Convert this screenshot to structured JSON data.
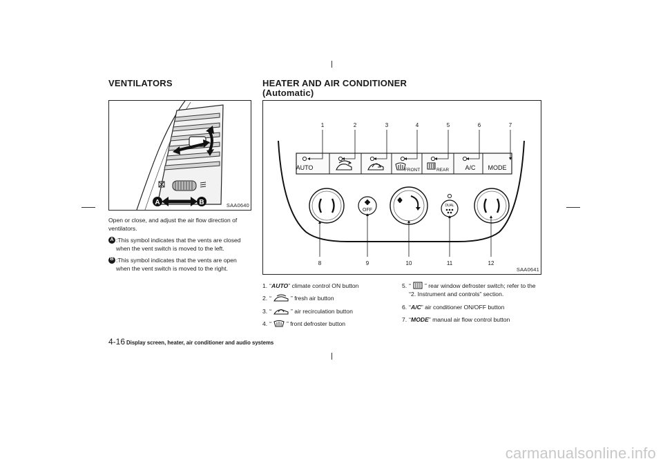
{
  "left": {
    "heading": "VENTILATORS",
    "figure_code": "SAA0640",
    "figure_marks": {
      "a": "A",
      "b": "B"
    },
    "intro": "Open or close, and adjust the air flow direction of ventilators.",
    "defs": [
      {
        "mark": "A",
        "text": ":This symbol indicates that the vents are closed when the vent switch is moved to the left."
      },
      {
        "mark": "B",
        "text": ":This symbol indicates that the vents are open when the vent switch is moved to the right."
      }
    ]
  },
  "right": {
    "heading_line1": "HEATER AND AIR CONDITIONER",
    "heading_line2": "(Automatic)",
    "figure_code": "SAA0641",
    "callouts_top": [
      "1",
      "2",
      "3",
      "4",
      "5",
      "6",
      "7"
    ],
    "callouts_bottom": [
      "8",
      "9",
      "10",
      "11",
      "12"
    ],
    "panel_buttons": {
      "auto": "AUTO",
      "front": "FRONT",
      "rear": "REAR",
      "ac": "A/C",
      "mode": "MODE",
      "off": "OFF",
      "dual": "DUAL"
    },
    "list": [
      {
        "num": "1.",
        "open": "“",
        "bold": "AUTO",
        "close": "” climate control ON button"
      },
      {
        "num": "2.",
        "open": "“",
        "icon": "fresh-air-icon",
        "close": "” fresh air button"
      },
      {
        "num": "3.",
        "open": "“",
        "icon": "recirculation-icon",
        "close": "” air recirculation button"
      },
      {
        "num": "4.",
        "open": "“",
        "icon": "front-defroster-icon",
        "close": "” front defroster button"
      },
      {
        "num": "5.",
        "open": "“",
        "icon": "rear-defroster-icon",
        "close": "” rear window defroster switch; refer to the “2. Instrument and controls” section."
      },
      {
        "num": "6.",
        "open": "“",
        "bold": "A/C",
        "close": "” air conditioner ON/OFF button"
      },
      {
        "num": "7.",
        "open": "“",
        "bold": "MODE",
        "close": "” manual air flow control button"
      }
    ]
  },
  "footer": {
    "page_number": "4-16",
    "title": "Display screen, heater, air conditioner and audio systems"
  },
  "watermark": "carmanualsonline.info"
}
